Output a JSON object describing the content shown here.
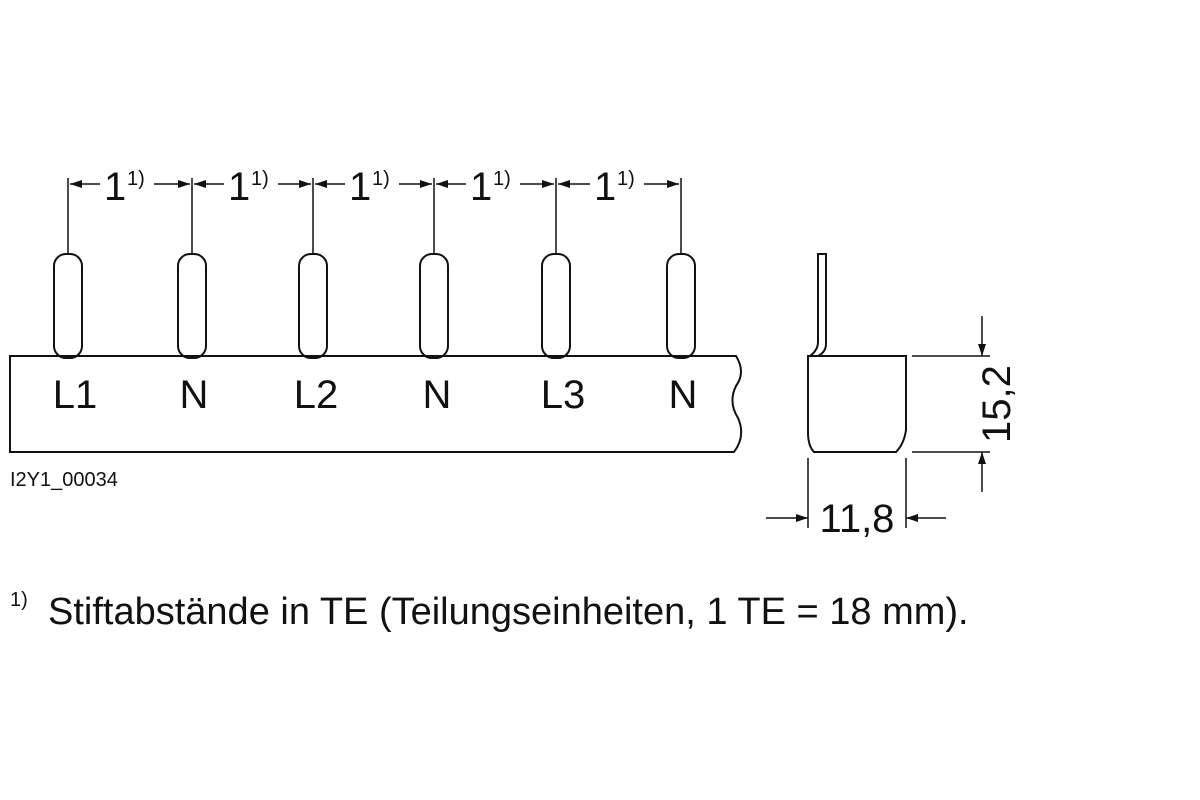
{
  "front_view": {
    "pin_labels": [
      "L1",
      "N",
      "L2",
      "N",
      "L3",
      "N"
    ],
    "spacing_values": [
      "1",
      "1",
      "1",
      "1",
      "1"
    ],
    "spacing_footnote_marker": "1)"
  },
  "side_view": {
    "height_dimension": "15,2",
    "width_dimension": "11,8"
  },
  "drawing_code": "I2Y1_00034",
  "footnote": {
    "marker": "1)",
    "text": "Stiftabstände in TE (Teilungseinheiten, 1 TE = 18 mm)."
  }
}
